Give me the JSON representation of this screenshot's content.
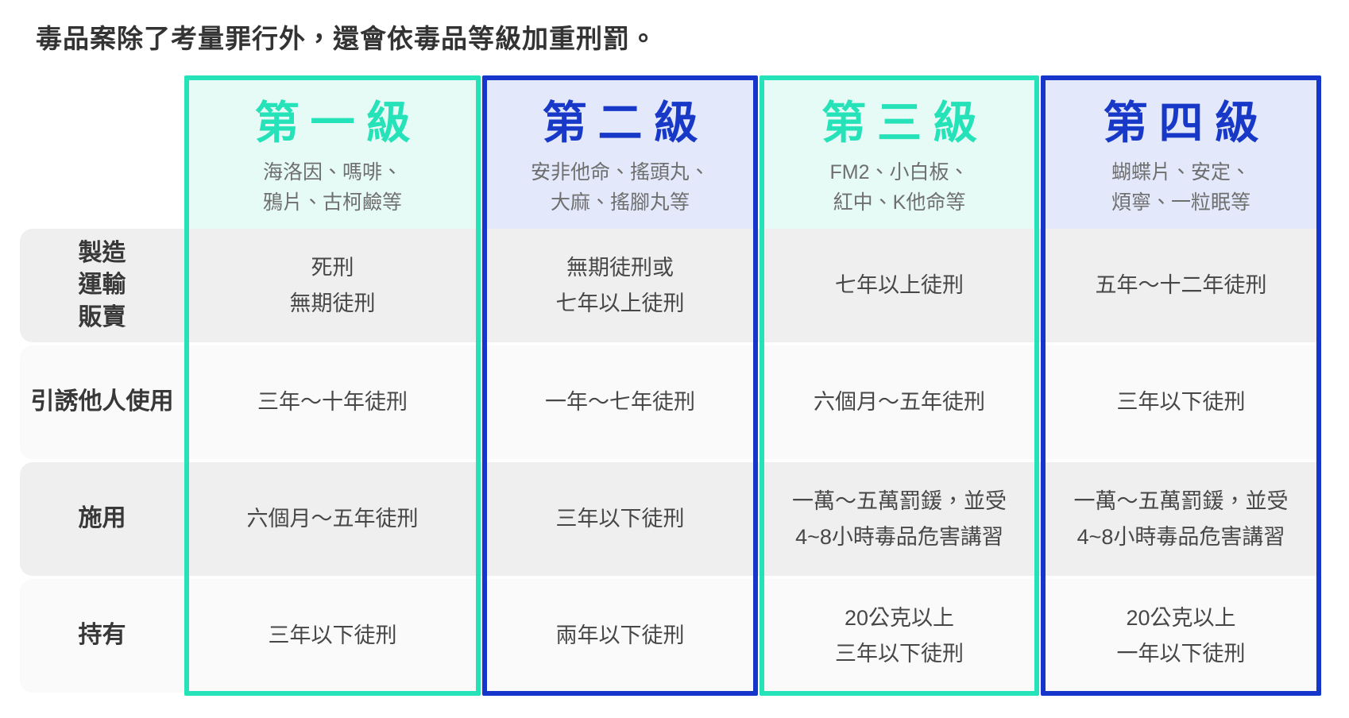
{
  "title": "毒品案除了考量罪行外，還會依毒品等級加重刑罰。",
  "colors": {
    "teal_accent": "#25E2B8",
    "teal_header_bg": "#E7FBF6",
    "blue_accent": "#1838C8",
    "blue_border": "#1535CB",
    "blue_header_bg": "#E3E8FA",
    "row_band_gray": "#EFEFEF",
    "row_band_light": "#FAFAFA",
    "title_text": "#333333",
    "body_text": "#474747",
    "subtitle_text": "#6F6F6F"
  },
  "columns": [
    {
      "title": "第一級",
      "subtitle": "海洛因、嗎啡、\n鴉片、古柯鹼等",
      "theme": "teal"
    },
    {
      "title": "第二級",
      "subtitle": "安非他命、搖頭丸、\n大麻、搖腳丸等",
      "theme": "blue"
    },
    {
      "title": "第三級",
      "subtitle": "FM2、小白板、\n紅中、K他命等",
      "theme": "teal"
    },
    {
      "title": "第四級",
      "subtitle": "蝴蝶片、安定、\n煩寧、一粒眠等",
      "theme": "blue"
    }
  ],
  "rows": [
    {
      "label": "製造\n運輸\n販賣",
      "cells": [
        "死刑\n無期徒刑",
        "無期徒刑或\n七年以上徒刑",
        "七年以上徒刑",
        "五年～十二年徒刑"
      ]
    },
    {
      "label": "引誘他人使用",
      "cells": [
        "三年～十年徒刑",
        "一年～七年徒刑",
        "六個月～五年徒刑",
        "三年以下徒刑"
      ]
    },
    {
      "label": "施用",
      "cells": [
        "六個月～五年徒刑",
        "三年以下徒刑",
        "一萬～五萬罰鍰，並受\n4~8小時毒品危害講習",
        "一萬～五萬罰鍰，並受\n4~8小時毒品危害講習"
      ]
    },
    {
      "label": "持有",
      "cells": [
        "三年以下徒刑",
        "兩年以下徒刑",
        "20公克以上\n三年以下徒刑",
        "20公克以上\n一年以下徒刑"
      ]
    }
  ],
  "chart_data": {
    "type": "table",
    "title": "毒品案除了考量罪行外，還會依毒品等級加重刑罰。",
    "columns": [
      "第一級",
      "第二級",
      "第三級",
      "第四級"
    ],
    "column_notes": [
      "海洛因、嗎啡、鴉片、古柯鹼等",
      "安非他命、搖頭丸、大麻、搖腳丸等",
      "FM2、小白板、紅中、K他命等",
      "蝴蝶片、安定、煩寧、一粒眠等"
    ],
    "row_labels": [
      "製造運輸販賣",
      "引誘他人使用",
      "施用",
      "持有"
    ],
    "values": [
      [
        "死刑 無期徒刑",
        "無期徒刑或七年以上徒刑",
        "七年以上徒刑",
        "五年～十二年徒刑"
      ],
      [
        "三年～十年徒刑",
        "一年～七年徒刑",
        "六個月～五年徒刑",
        "三年以下徒刑"
      ],
      [
        "六個月～五年徒刑",
        "三年以下徒刑",
        "一萬～五萬罰鍰，並受4~8小時毒品危害講習",
        "一萬～五萬罰鍰，並受4~8小時毒品危害講習"
      ],
      [
        "三年以下徒刑",
        "兩年以下徒刑",
        "20公克以上三年以下徒刑",
        "20公克以上一年以下徒刑"
      ]
    ],
    "layout_hints": {
      "accent_columns": {
        "teal": [
          1,
          3
        ],
        "blue": [
          2,
          4
        ]
      },
      "striped_rows": true,
      "legend": "none"
    }
  }
}
